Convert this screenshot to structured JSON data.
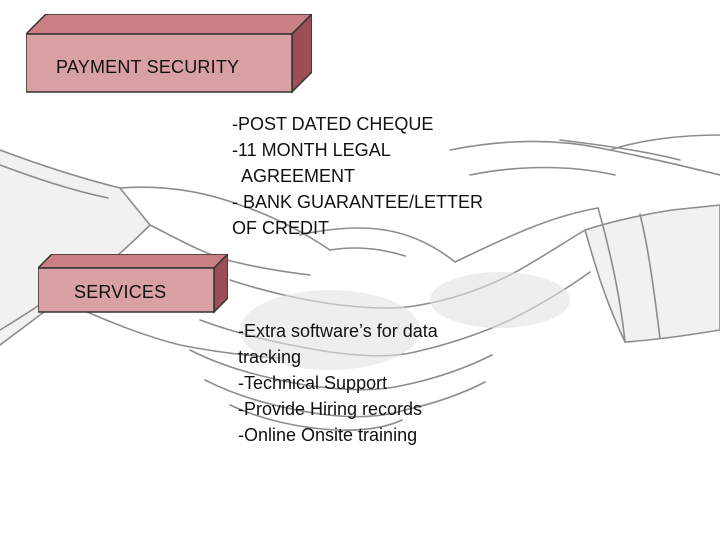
{
  "sections": [
    {
      "heading": "PAYMENT SECURITY",
      "lines": [
        "-POST DATED CHEQUE",
        "-11 MONTH LEGAL",
        "  AGREEMENT",
        "- BANK GUARANTEE/LETTER",
        "OF CREDIT"
      ]
    },
    {
      "heading": "SERVICES",
      "lines": [
        "-Extra software’s for data",
        "tracking",
        "-Technical Support",
        "-Provide Hiring records",
        "-Online Onsite training"
      ]
    }
  ],
  "colors": {
    "box_front": "#d9a1a4",
    "box_top": "#c97f84",
    "box_side": "#9b4e55",
    "box_outline": "#333333",
    "sketch_line": "#8c8c8c",
    "sketch_shade": "#e2e2e2"
  },
  "icons": {
    "background": "handshake-sketch"
  }
}
